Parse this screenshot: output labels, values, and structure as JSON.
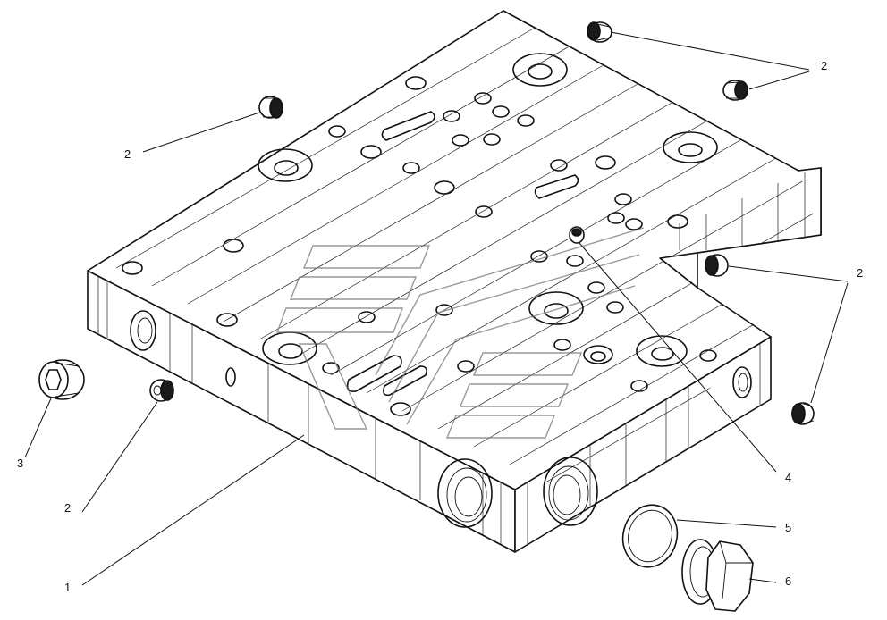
{
  "callouts": [
    {
      "id": "1",
      "text": "1"
    },
    {
      "id": "2",
      "text": "2"
    },
    {
      "id": "3",
      "text": "3"
    },
    {
      "id": "4",
      "text": "4"
    },
    {
      "id": "5",
      "text": "5"
    },
    {
      "id": "6",
      "text": "6"
    }
  ],
  "colors": {
    "ink": "#111111",
    "paper": "#ffffff",
    "watermark": "#777777"
  }
}
